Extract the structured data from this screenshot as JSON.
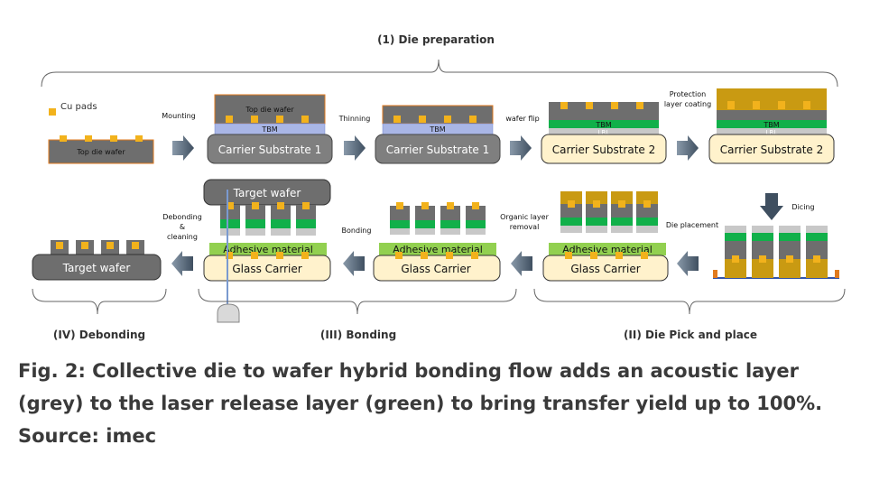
{
  "sections": {
    "die_preparation": "(1) Die preparation",
    "debonding": "(IV) Debonding",
    "bonding": "(III) Bonding",
    "pick_place": "(II) Die Pick and place"
  },
  "legend": {
    "cu_pads": "Cu pads"
  },
  "steps": {
    "mounting": "Mounting",
    "thinning": "Thinning",
    "wafer_flip": "wafer flip",
    "protection_1": "Protection",
    "protection_2": "layer coating",
    "dicing": "Dicing",
    "die_placement": "Die placement",
    "organic_1": "Organic layer",
    "organic_2": "removal",
    "bonding": "Bonding",
    "debond_1": "Debonding",
    "debond_2": "&",
    "debond_3": "cleaning"
  },
  "labels": {
    "top_die_wafer": "Top die wafer",
    "tbm": "TBM",
    "lrl": "LRL",
    "carrier_substrate_1": "Carrier Substrate 1",
    "carrier_substrate_2": "Carrier Substrate 2",
    "adhesive_material": "Adhesive material",
    "glass_carrier": "Glass Carrier",
    "target_wafer": "Target wafer"
  },
  "caption": {
    "line1": "Fig. 2: Collective die to wafer hybrid bonding flow adds an acoustic layer",
    "line2": "(grey) to the laser release layer (green) to bring transfer yield up to 100%.",
    "line3": "Source: imec"
  },
  "colors": {
    "wafer_grey": "#6e6e6e",
    "cu_pad": "#f2b21c",
    "tbm_blue": "#a9b6e6",
    "carrier_grey": "#7f7f7f",
    "carrier_cream": "#fff2cc",
    "lrl_green": "#11b04a",
    "adhesive_green": "#92d050",
    "protection_gold": "#c99a12",
    "arrow_slate": "#445566"
  }
}
